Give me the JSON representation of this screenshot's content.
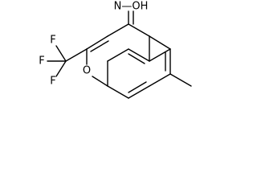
{
  "molecule": {
    "labels": {
      "hydroxylamine_group": "N=OH",
      "oxime_text": "N",
      "ring_oxygen": "O",
      "fluorine": "F"
    },
    "oxime_label": "N—OH",
    "colors": {
      "bond": "#000000",
      "label": "#000000",
      "background": "#ffffff"
    }
  }
}
